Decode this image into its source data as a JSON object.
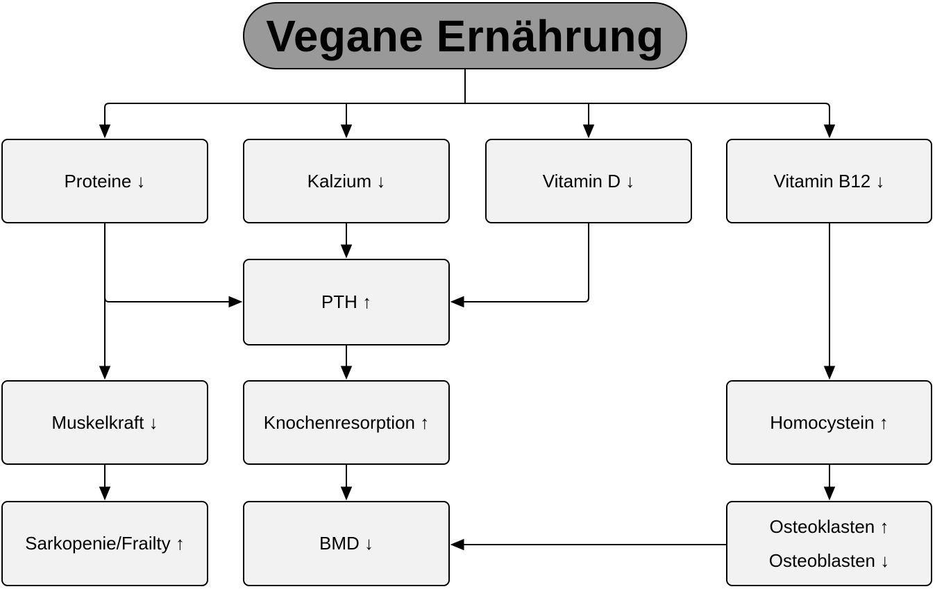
{
  "diagram": {
    "title": "Vegane Ernährung",
    "nodes": {
      "proteine": {
        "label": "Proteine ↓"
      },
      "kalzium": {
        "label": "Kalzium ↓"
      },
      "vitamin_d": {
        "label": "Vitamin D ↓"
      },
      "vitamin_b12": {
        "label": "Vitamin B12 ↓"
      },
      "pth": {
        "label": "PTH ↑"
      },
      "muskelkraft": {
        "label": "Muskelkraft ↓"
      },
      "knochenresorption": {
        "label": "Knochenresorption ↑"
      },
      "homocystein": {
        "label": "Homocystein ↑"
      },
      "sarkopenie": {
        "label": "Sarkopenie/Frailty ↑"
      },
      "bmd": {
        "label": "BMD ↓"
      },
      "osteo": {
        "line1": "Osteoklasten ↑",
        "line2": "Osteoblasten ↓"
      }
    },
    "edges": [
      "Vegane Ernährung → Proteine",
      "Vegane Ernährung → Kalzium",
      "Vegane Ernährung → Vitamin D",
      "Vegane Ernährung → Vitamin B12",
      "Proteine → PTH",
      "Kalzium → PTH",
      "Vitamin D → PTH",
      "Proteine → Muskelkraft",
      "PTH → Knochenresorption",
      "Vitamin B12 → Homocystein",
      "Muskelkraft → Sarkopenie/Frailty",
      "Knochenresorption → BMD",
      "Homocystein → Osteoklasten/Osteoblasten",
      "Osteoklasten/Osteoblasten → BMD"
    ],
    "colors": {
      "background": "#ffffff",
      "title_fill": "#999999",
      "node_fill": "#f2f2f2",
      "stroke": "#000000",
      "text": "#000000"
    }
  }
}
